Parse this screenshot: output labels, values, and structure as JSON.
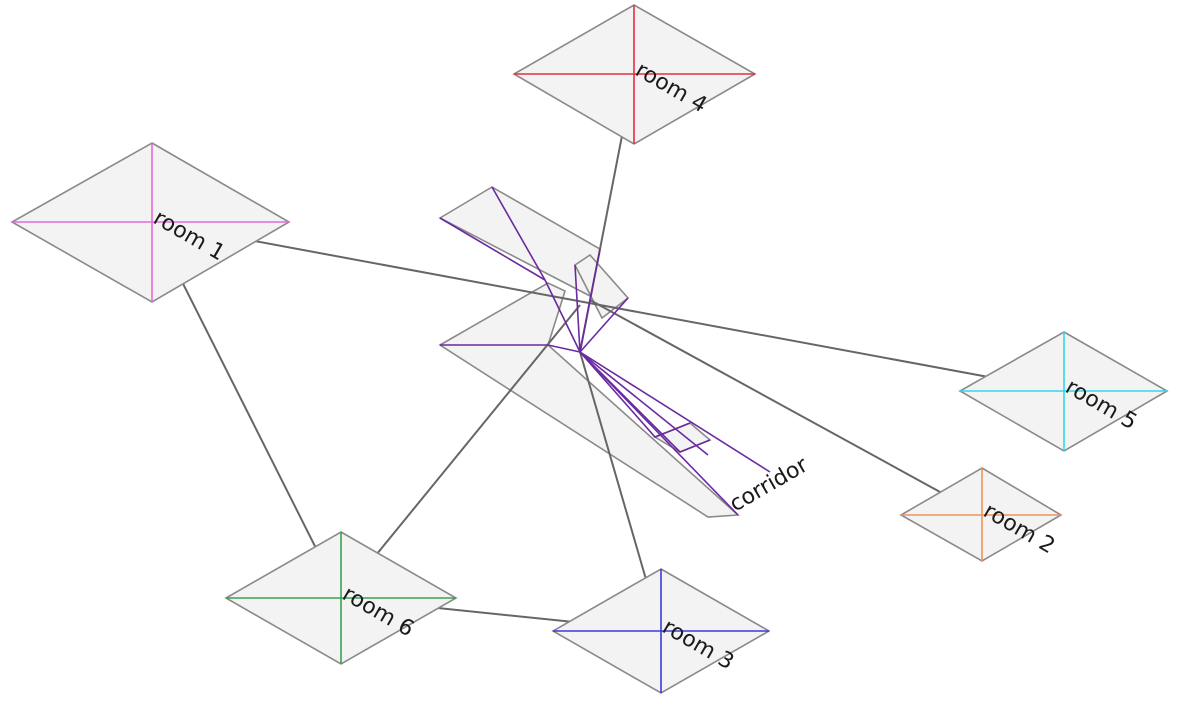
{
  "rooms": [
    {
      "id": "room_1",
      "label": "room 1",
      "color": "#e36ad8"
    },
    {
      "id": "room_2",
      "label": "room 2",
      "color": "#f0935a"
    },
    {
      "id": "room_3",
      "label": "room 3",
      "color": "#3b3bd9"
    },
    {
      "id": "room_4",
      "label": "room 4",
      "color": "#e3303f"
    },
    {
      "id": "room_5",
      "label": "room 5",
      "color": "#33d7ea"
    },
    {
      "id": "room_6",
      "label": "room 6",
      "color": "#3aa150"
    }
  ],
  "corridor": {
    "label": "corridor",
    "color": "#6a2aa0"
  },
  "connections": [
    [
      "room_1",
      "room_6"
    ],
    [
      "room_1",
      "room_5"
    ],
    [
      "room_4",
      "corridor"
    ],
    [
      "room_6",
      "corridor"
    ],
    [
      "room_6",
      "room_3"
    ],
    [
      "room_3",
      "corridor"
    ],
    [
      "room_2",
      "corridor"
    ]
  ]
}
